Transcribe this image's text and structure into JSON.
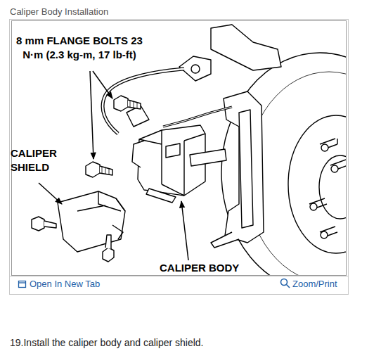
{
  "diagram": {
    "title": "Caliper Body Installation",
    "labels": [
      "8 mm FLANGE BOLTS 23 N·m (2.3 kg-m, 17 lb-ft)",
      "CALIPER SHIELD",
      "CALIPER BODY",
      "Open In New Tab",
      "Zoom/Print",
      "19.Install the caliper body and caliper shield."
    ]
  }
}
